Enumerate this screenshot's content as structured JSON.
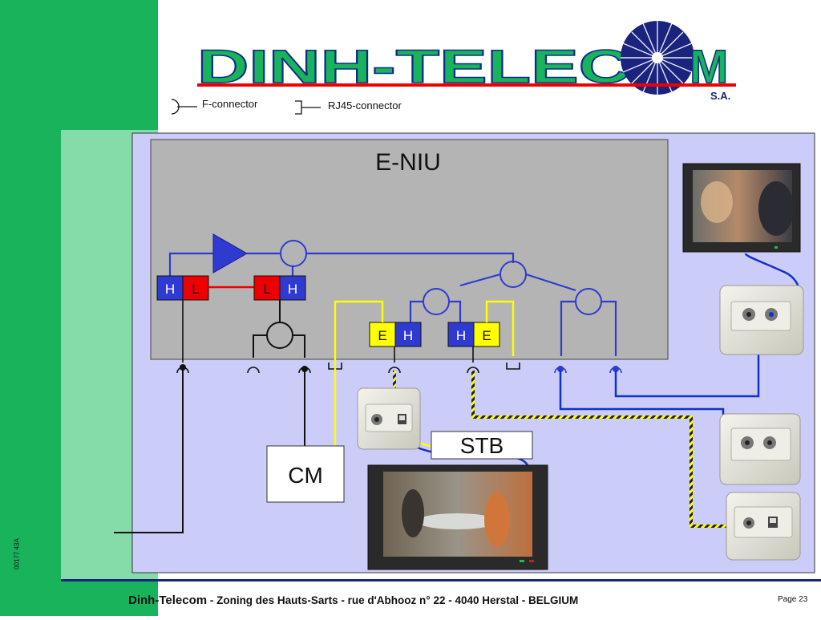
{
  "logo": {
    "text": "DINH-TELEC",
    "tail": "M",
    "suffix": "S.A."
  },
  "legend": {
    "f_connector": "F-connector",
    "rj45_connector": "RJ45-connector"
  },
  "eniu": {
    "title": "E-NIU"
  },
  "diplexers": [
    {
      "left": "H",
      "right": "L"
    },
    {
      "left": "L",
      "right": "H"
    },
    {
      "left": "E",
      "right": "H"
    },
    {
      "left": "H",
      "right": "E"
    }
  ],
  "devices": {
    "cm": "CM",
    "stb": "STB"
  },
  "slide_id": "00177 43A",
  "footer": {
    "company": "Dinh-Telecom",
    "address": " - Zoning des Hauts-Sarts - rue d'Abhooz n° 22 - 4040 Herstal - BELGIUM"
  },
  "page": "Page 23",
  "colors": {
    "green": "#19b35c",
    "light_green": "#86dca8",
    "panel": "#ccccf8",
    "eniu_gray": "#b4b4b4",
    "blue": "#2f3bd0",
    "red": "#ee0000",
    "yellow": "#ffff00"
  }
}
